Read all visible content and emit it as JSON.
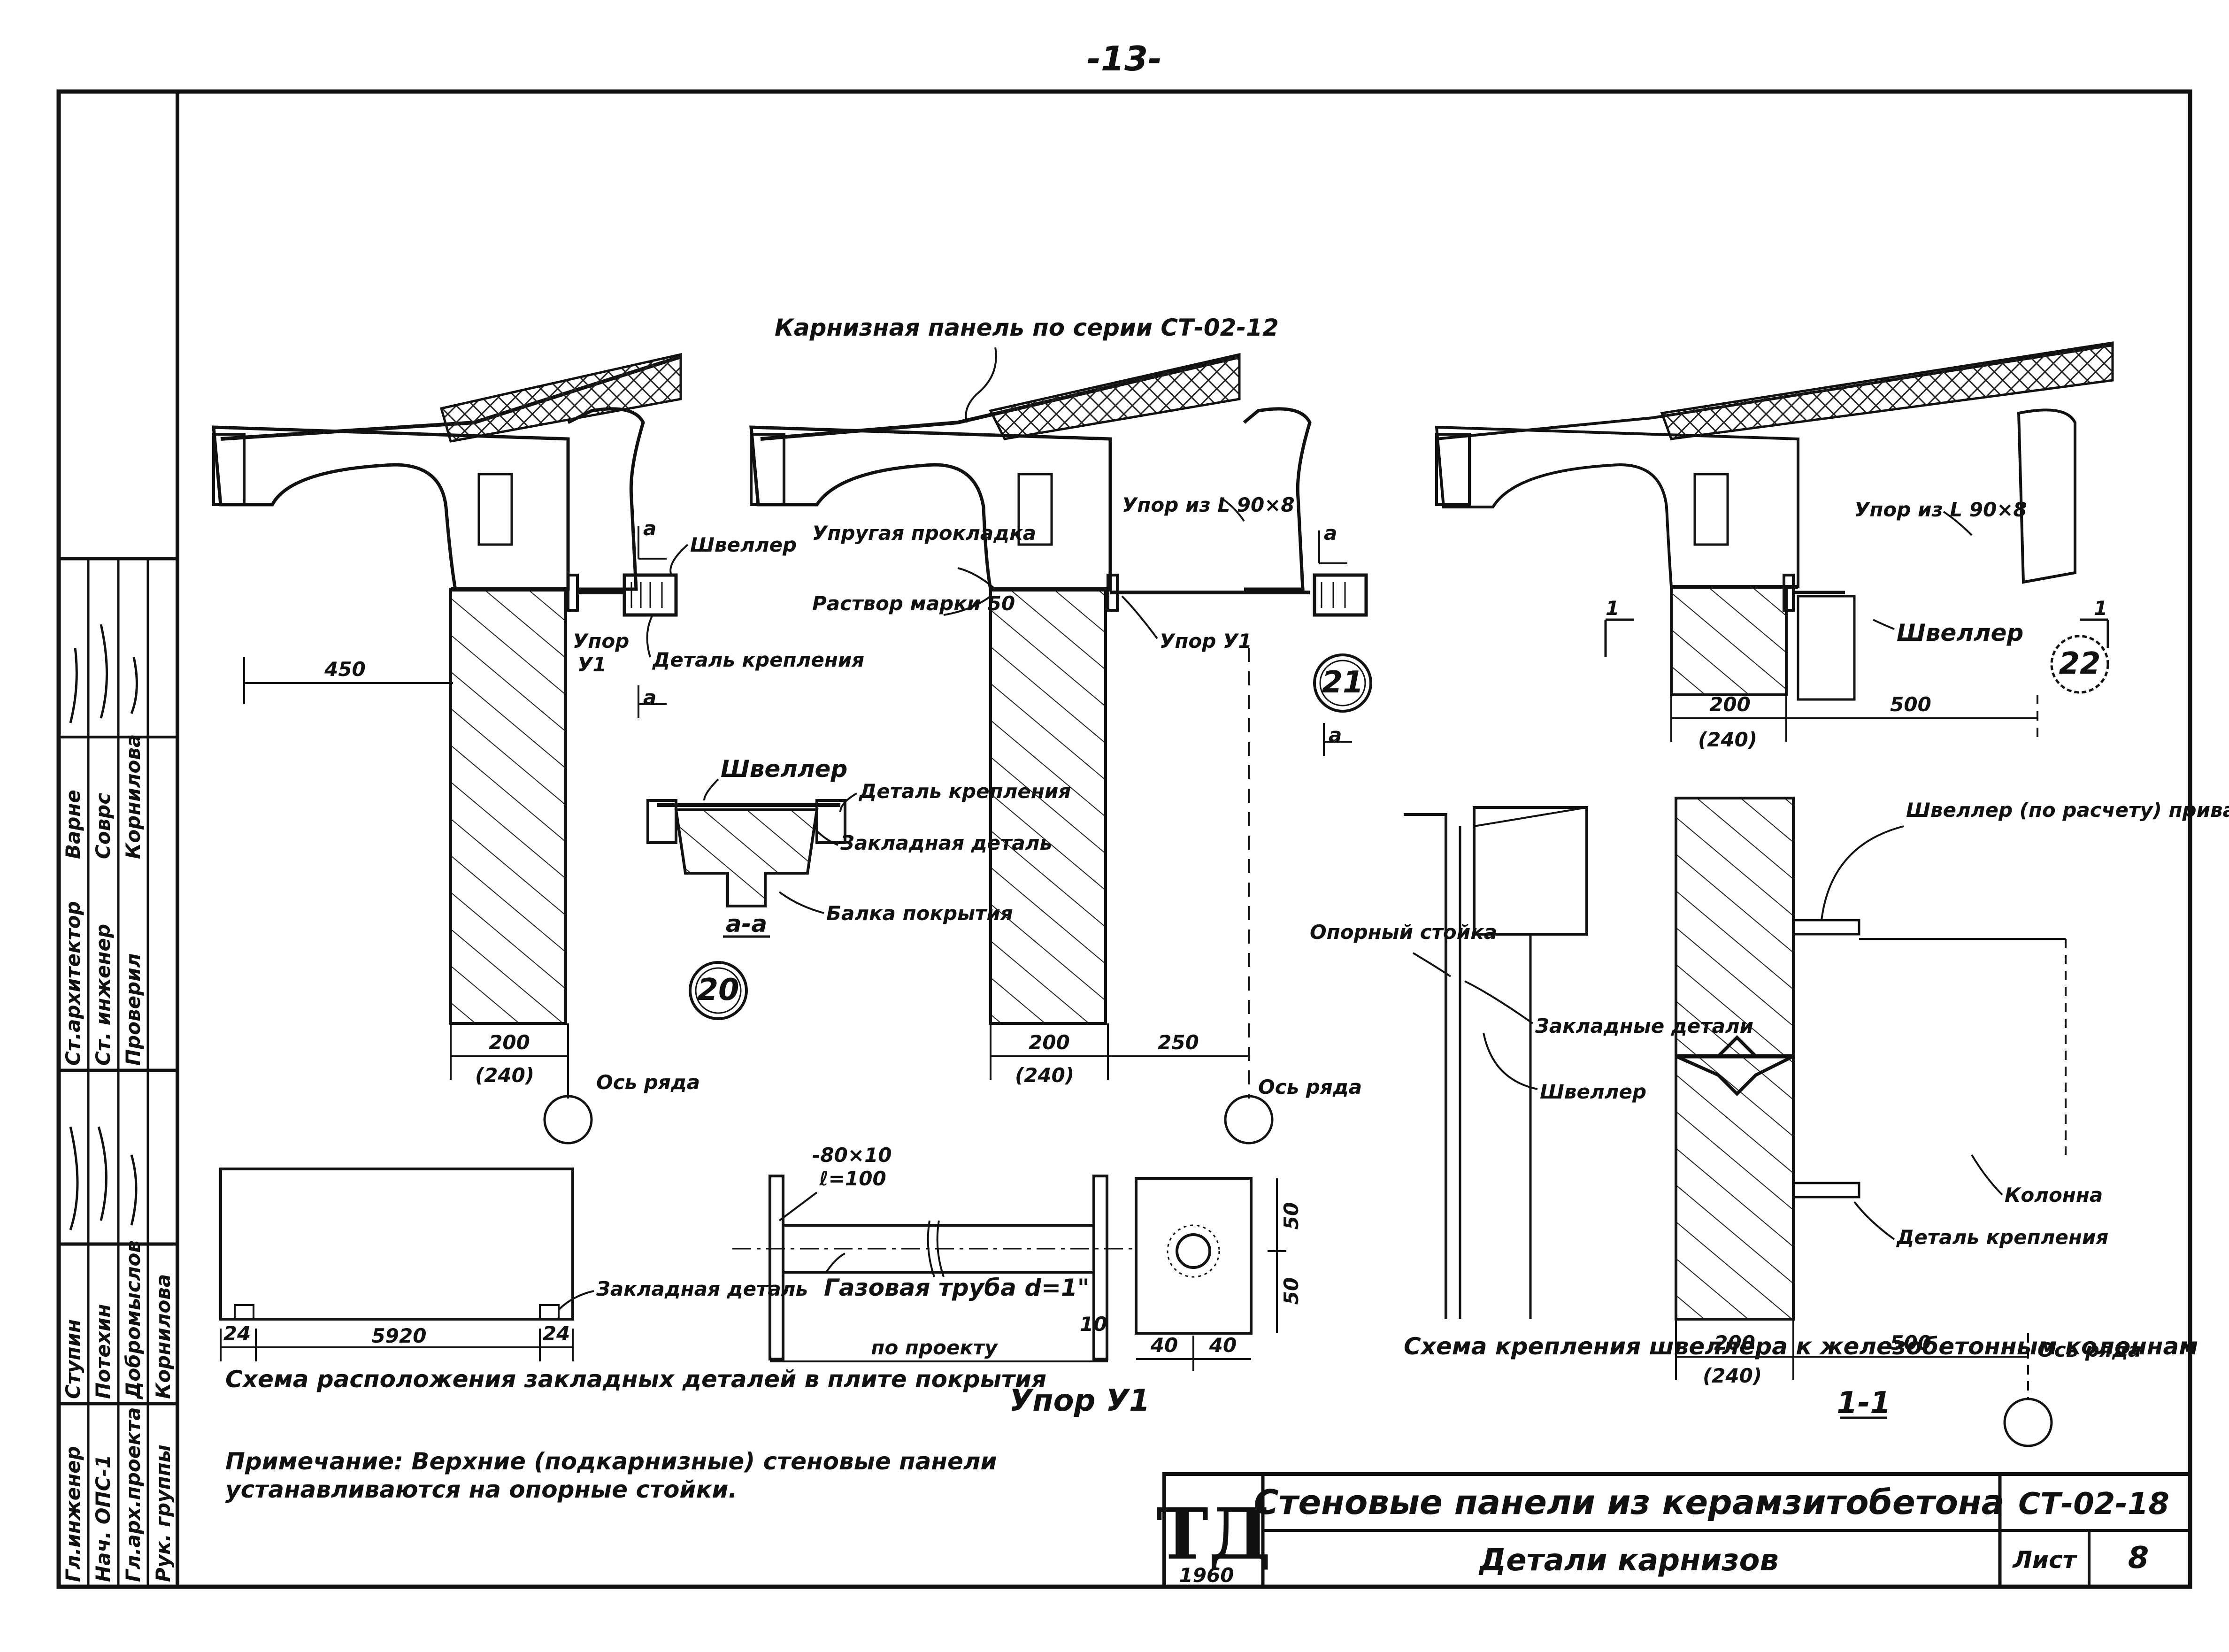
{
  "page": {
    "number": "-13-"
  },
  "left_stamp": {
    "columns": [
      [
        "Гл.инженер",
        "Нач. ОПС-1",
        "Гл.арх.проекта",
        "Рук. группы"
      ],
      [
        "Ступин",
        "Потехин",
        "Добромыслов",
        "Корнилова"
      ],
      [
        "Ст.архитектор",
        "Ст. инженер",
        "Проверил"
      ],
      [
        "Варне",
        "Соврс",
        "Корнилова"
      ]
    ]
  },
  "detail_20": {
    "number": "20",
    "labels": {
      "channel": "Швеллер",
      "stop": "Упор",
      "stop_id": "У1",
      "fastening": "Деталь крепления",
      "section_mark": "а",
      "dim_450": "450",
      "dim_200": "200",
      "dim_240": "(240)",
      "axis": "Ось ряда"
    },
    "section_aa": {
      "title": "а-а",
      "channel": "Швеллер",
      "fastening": "Деталь крепления",
      "embedded": "Закладная деталь",
      "beam": "Балка покрытия"
    }
  },
  "detail_21": {
    "number": "21",
    "labels": {
      "panel": "Карнизная панель по серии СТ-02-12",
      "gasket": "Упругая прокладка",
      "mortar": "Раствор марки 50",
      "stop_angle": "Упор из L 90×8",
      "stop_y1": "Упор У1",
      "section_mark": "а",
      "dim_200": "200",
      "dim_240": "(240)",
      "dim_250": "250",
      "axis": "Ось ряда"
    }
  },
  "detail_22": {
    "number": "22",
    "labels": {
      "stop_angle": "Упор из L 90×8",
      "channel": "Швеллер",
      "section_mark": "1",
      "dim_200": "200",
      "dim_240": "(240)",
      "dim_500": "500"
    }
  },
  "slab_scheme": {
    "embedded": "Закладная деталь",
    "dim_24a": "24",
    "dim_5920": "5920",
    "dim_24b": "24",
    "caption": "Схема расположения закладных деталей в плите покрытия"
  },
  "stop_y1": {
    "plate": "-80×10",
    "plate_len": "ℓ=100",
    "pipe": "Газовая труба d=1\"",
    "length": "по проекту",
    "dim_10": "10",
    "dim_40a": "40",
    "dim_40b": "40",
    "dim_50a": "50",
    "dim_50b": "50",
    "caption": "Упор У1"
  },
  "column_scheme": {
    "support_post": "Опорный стойка",
    "embedded": "Закладные детали",
    "channel": "Швеллер",
    "caption": "Схема крепления швеллера к железобетонным колоннам"
  },
  "section_1_1": {
    "channel_note": "Швеллер (по расчету) приварить к закладным деталям колонны",
    "column": "Колонна",
    "fastening": "Деталь крепления",
    "dim_200": "200",
    "dim_240": "(240)",
    "dim_500": "500",
    "axis": "Ось ряда",
    "caption": "1-1"
  },
  "note": {
    "text_line1": "Примечание: Верхние (подкарнизные) стеновые панели",
    "text_line2": "устанавливаются на опорные стойки."
  },
  "title_block": {
    "logo": "ТД",
    "year": "1960",
    "title": "Стеновые панели из керамзитобетона",
    "subtitle": "Детали карнизов",
    "code": "СТ-02-18",
    "sheet_label": "Лист",
    "sheet_number": "8"
  }
}
